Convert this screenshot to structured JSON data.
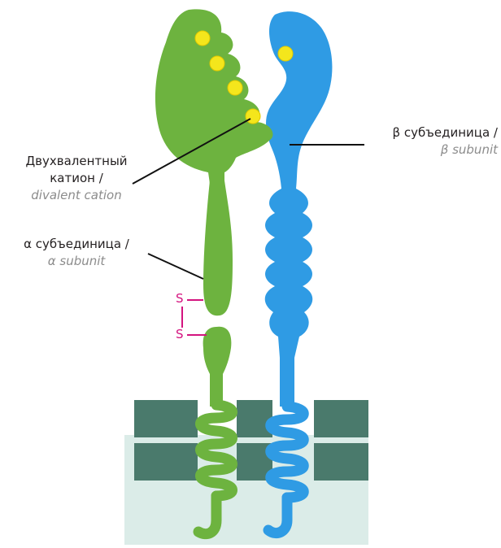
{
  "labels": {
    "beta_subunit": {
      "ru": "β субъединица /",
      "en": "β subunit"
    },
    "divalent_cation": {
      "ru_line1": "Двухвалентный",
      "ru_line2": "катион /",
      "en": "divalent cation"
    },
    "alpha_subunit": {
      "ru": "α субъединица /",
      "en": "α subunit"
    }
  },
  "disulfide": {
    "s_top": "S",
    "s_bottom": "S"
  },
  "colors": {
    "alpha": "#6db33f",
    "beta": "#2f9be4",
    "cation": "#f4e61c",
    "membrane": "#4a7a6c",
    "membrane_light": "#dbece8",
    "disulfide": "#d4147f"
  }
}
